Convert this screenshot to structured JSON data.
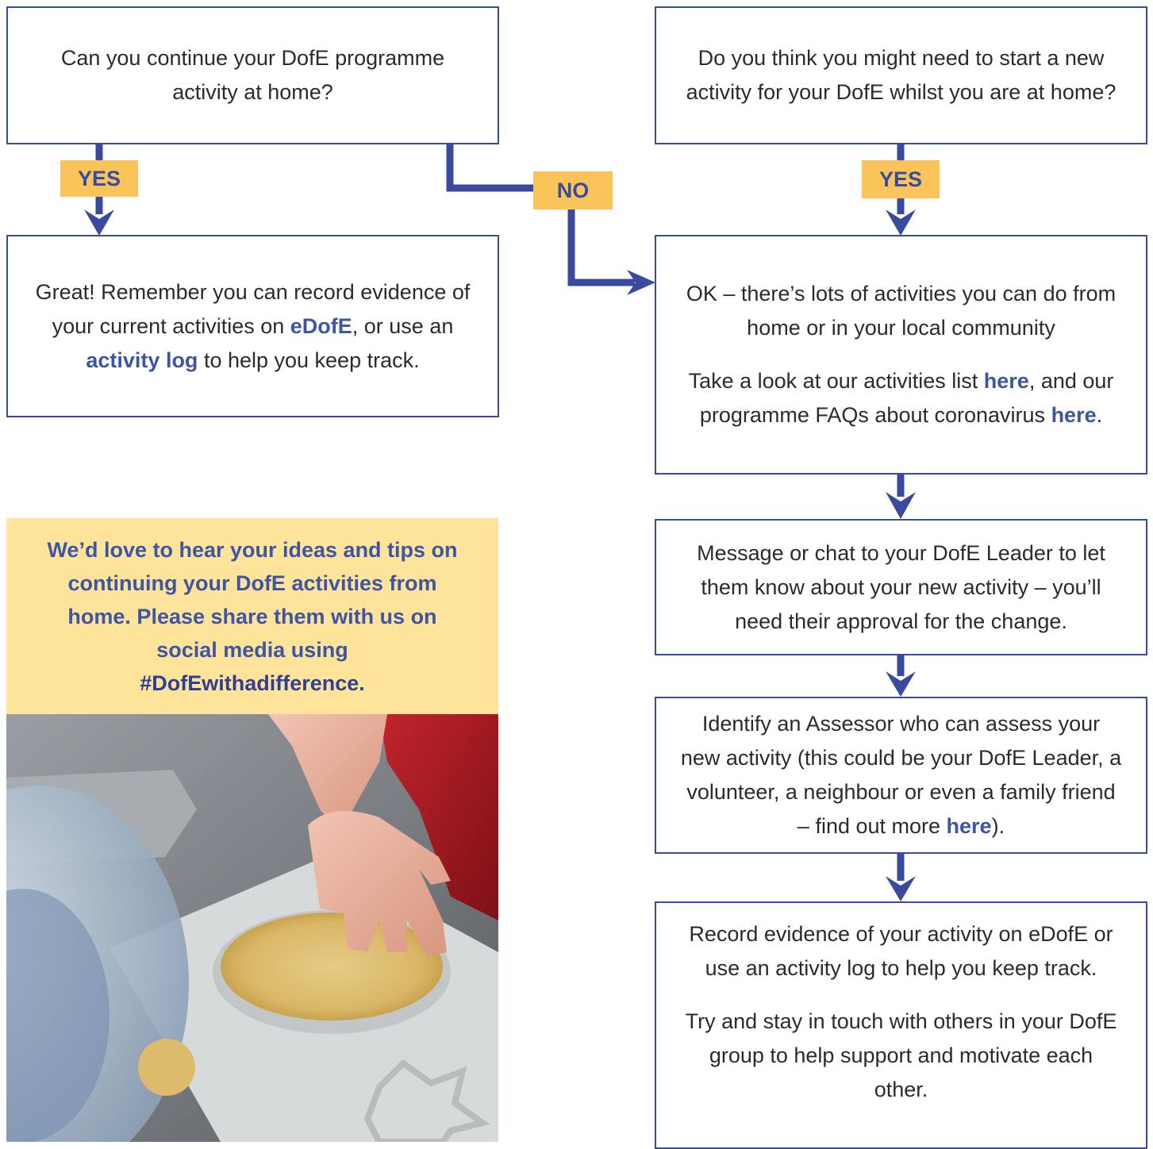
{
  "colors": {
    "border": "#3a4a9f",
    "label_bg": "#f9c55a",
    "link": "#3d55a3",
    "promo_bg": "#fde49a"
  },
  "boxes": {
    "continue_q": {
      "text": "Can you continue your DofE programme activity at home?"
    },
    "great": {
      "pre": "Great! Remember you can record evidence of your current activities on ",
      "link1": "eDofE",
      "mid": ", or use an ",
      "link2": "activity log",
      "post": " to help you keep track."
    },
    "new_q": {
      "text": "Do you think you might need to start a new activity for your DofE whilst you are at home?"
    },
    "ok": {
      "p1": "OK – there’s lots of activities you can do from home or in your local community",
      "p2_pre": "Take a look at our activities list ",
      "p2_link1": "here",
      "p2_mid": ", and our programme FAQs about coronavirus ",
      "p2_link2": "here",
      "p2_post": "."
    },
    "message": {
      "text": "Message or chat to your DofE Leader to let them know about your new activity – you’ll need their approval for the change."
    },
    "assessor": {
      "pre": "Identify an Assessor who can assess your new activity (this could be your DofE Leader, a volunteer, a neighbour or even a family friend – find out more ",
      "link": "here",
      "post": ")."
    },
    "record": {
      "p1": "Record evidence of your activity on eDofE or use an activity log to help you keep track.",
      "p2": "Try and stay in touch with others in your DofE group to help support and motivate each other."
    }
  },
  "labels": {
    "yes_left": "YES",
    "no": "NO",
    "yes_right": "YES"
  },
  "promo": {
    "text": "We’d love to hear your ideas and tips on continuing your DofE activities from home. Please share them with us on social media using",
    "hashtag": "#DofEwithadifference."
  }
}
